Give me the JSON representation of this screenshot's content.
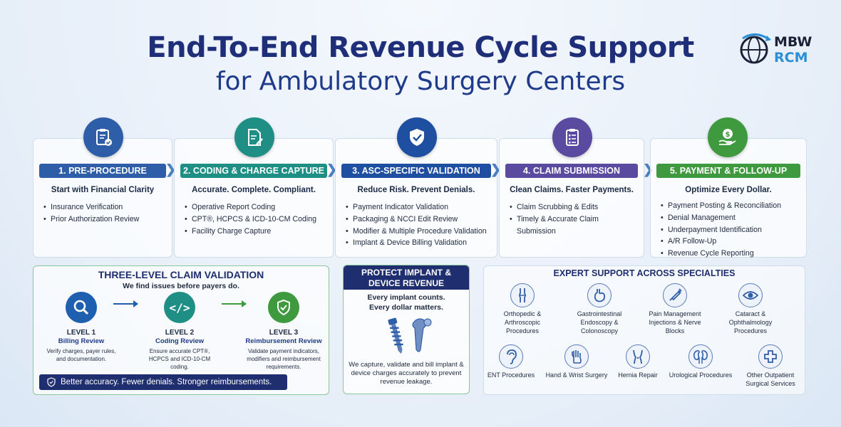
{
  "header": {
    "title_line1": "End-To-End Revenue Cycle Support",
    "title_line2": "for Ambulatory Surgery Centers"
  },
  "logo": {
    "line1": "MBW",
    "line2": "RCM"
  },
  "steps": [
    {
      "title": "1. PRE-PROCEDURE",
      "subtitle": "Start with Financial Clarity",
      "color": "#2f5ea8",
      "icon": "clipboard-check-icon",
      "items": [
        "Insurance Verification",
        "Prior Authorization Review"
      ]
    },
    {
      "title": "2. CODING & CHARGE CAPTURE",
      "subtitle": "Accurate. Complete. Compliant.",
      "color": "#1f8f85",
      "icon": "document-edit-icon",
      "items": [
        "Operative Report Coding",
        "CPT®, HCPCS & ICD-10-CM Coding",
        "Facility Charge Capture"
      ]
    },
    {
      "title": "3. ASC-SPECIFIC VALIDATION",
      "subtitle": "Reduce Risk. Prevent Denials.",
      "color": "#1f4fa0",
      "icon": "shield-check-icon",
      "items": [
        "Payment Indicator Validation",
        "Packaging & NCCI Edit Review",
        "Modifier & Multiple Procedure Validation",
        "Implant & Device Billing Validation"
      ]
    },
    {
      "title": "4. CLAIM SUBMISSION",
      "subtitle": "Clean Claims. Faster Payments.",
      "color": "#5a4aa0",
      "icon": "claim-list-icon",
      "items": [
        "Claim Scrubbing & Edits",
        "Timely & Accurate Claim Submission"
      ]
    },
    {
      "title": "5. PAYMENT & FOLLOW-UP",
      "subtitle": "Optimize Every Dollar.",
      "color": "#3f9a3f",
      "icon": "money-hand-icon",
      "items": [
        "Payment Posting & Reconciliation",
        "Denial Management",
        "Underpayment Identification",
        "A/R Follow-Up",
        "Revenue Cycle Reporting"
      ]
    }
  ],
  "validation": {
    "title": "THREE-LEVEL CLAIM VALIDATION",
    "subtitle": "We find issues before payers do.",
    "levels": [
      {
        "name": "LEVEL 1",
        "sub": "Billing Review",
        "desc": "Verify charges, payer rules, and documentation.",
        "color": "#1f5fb0",
        "icon": "magnifier-icon"
      },
      {
        "name": "LEVEL 2",
        "sub": "Coding Review",
        "desc": "Ensure accurate CPT®, HCPCS and ICD-10-CM coding.",
        "color": "#1f8f85",
        "icon": "code-icon"
      },
      {
        "name": "LEVEL 3",
        "sub": "Reimbursement Review",
        "desc": "Validate payment indicators, modifiers and reimbursement requirements.",
        "color": "#3f9a3f",
        "icon": "shield-check-icon"
      }
    ],
    "banner": "Better accuracy. Fewer denials. Stronger reimbursements."
  },
  "implant": {
    "title_line1": "PROTECT IMPLANT &",
    "title_line2": "DEVICE REVENUE",
    "sub_line1": "Every implant counts.",
    "sub_line2": "Every dollar matters.",
    "description": "We capture, validate and bill implant & device charges accurately to prevent revenue leakage."
  },
  "specialties": {
    "title": "EXPERT SUPPORT ACROSS SPECIALTIES",
    "items": [
      {
        "label": "Orthopedic & Arthroscopic Procedures",
        "icon": "knee-joint-icon"
      },
      {
        "label": "Gastrointestinal Endoscopy & Colonoscopy",
        "icon": "stomach-icon"
      },
      {
        "label": "Pain Management Injections & Nerve Blocks",
        "icon": "syringe-icon"
      },
      {
        "label": "Cataract & Ophthalmology Procedures",
        "icon": "eye-icon"
      },
      {
        "label": "ENT Procedures",
        "icon": "ear-icon"
      },
      {
        "label": "Hand & Wrist Surgery",
        "icon": "hand-icon"
      },
      {
        "label": "Hernia Repair",
        "icon": "torso-icon"
      },
      {
        "label": "Urological Procedures",
        "icon": "kidney-icon"
      },
      {
        "label": "Other Outpatient Surgical Services",
        "icon": "medical-cross-icon"
      }
    ]
  }
}
